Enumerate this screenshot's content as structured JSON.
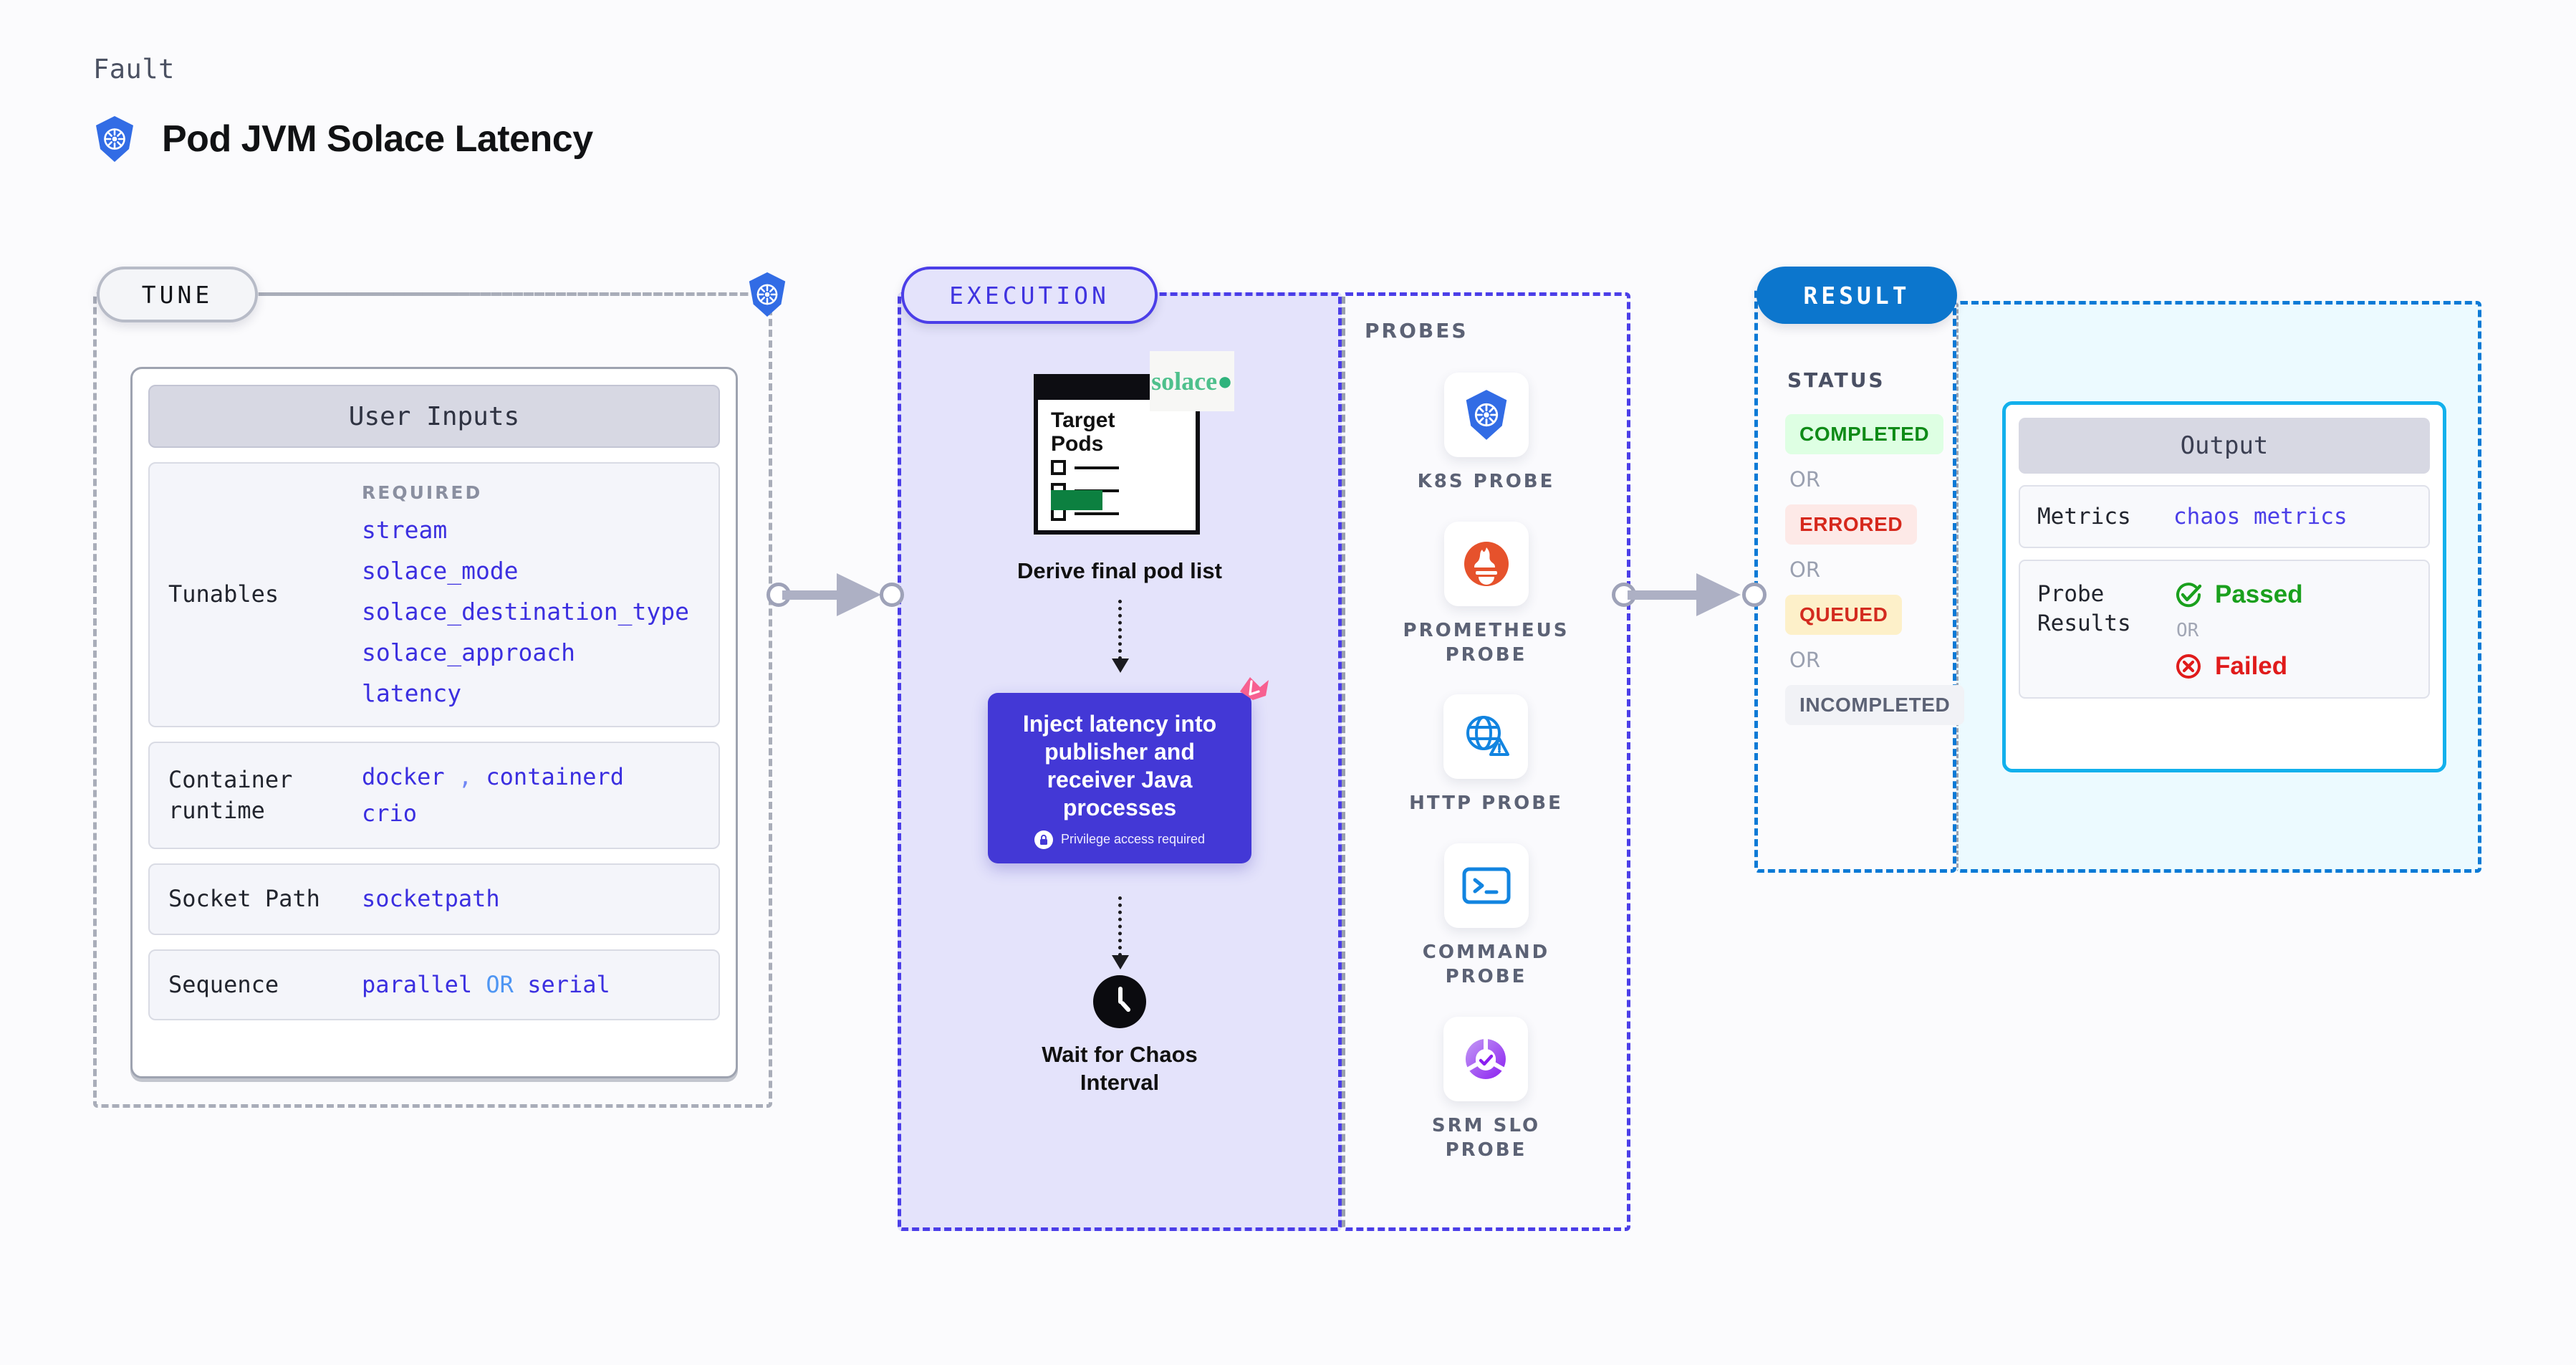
{
  "header": {
    "kicker": "Fault",
    "title": "Pod JVM Solace Latency",
    "icon": "kubernetes-icon"
  },
  "stages": {
    "tune": {
      "pill": "TUNE",
      "badge_icon": "kubernetes-icon"
    },
    "execution": {
      "pill": "EXECUTION"
    },
    "result": {
      "pill": "RESULT"
    }
  },
  "tune": {
    "card_title": "User Inputs",
    "required_label": "REQUIRED",
    "rows": [
      {
        "key": "Tunables",
        "values": [
          "stream",
          "solace_mode",
          "solace_destination_type",
          "solace_approach",
          "latency"
        ]
      },
      {
        "key": "Container runtime",
        "values": [
          "docker",
          "containerd",
          "crio"
        ],
        "separator": ","
      },
      {
        "key": "Socket Path",
        "values": [
          "socketpath"
        ]
      },
      {
        "key": "Sequence",
        "values": [
          "parallel",
          "serial"
        ],
        "separator": "OR"
      }
    ]
  },
  "execution": {
    "doc": {
      "title_line1": "Target",
      "title_line2": "Pods",
      "brand": "solace",
      "brand_icon": "solace-dot-icon"
    },
    "step1_caption": "Derive final pod list",
    "inject_card": {
      "text": "Inject latency into publisher and receiver Java processes",
      "note": "Privilege access required",
      "note_icon": "lock-icon",
      "ribbon_icon": "chaos-ribbon-icon",
      "color": "#4338d6"
    },
    "step3_caption_line1": "Wait for Chaos",
    "step3_caption_line2": "Interval",
    "step3_icon": "clock-icon"
  },
  "probes": {
    "label": "PROBES",
    "items": [
      {
        "name": "K8S PROBE",
        "icon": "kubernetes-icon"
      },
      {
        "name": "PROMETHEUS\nPROBE",
        "icon": "prometheus-icon"
      },
      {
        "name": "HTTP PROBE",
        "icon": "http-globe-icon"
      },
      {
        "name": "COMMAND\nPROBE",
        "icon": "terminal-icon"
      },
      {
        "name": "SRM SLO\nPROBE",
        "icon": "srm-slo-icon"
      }
    ]
  },
  "result": {
    "status_label": "STATUS",
    "or_label": "OR",
    "statuses": [
      {
        "label": "COMPLETED",
        "style": "b-completed",
        "color": "#0f8b17"
      },
      {
        "label": "ERRORED",
        "style": "b-errored",
        "color": "#d6281c"
      },
      {
        "label": "QUEUED",
        "style": "b-queued",
        "color": "#d32b1f"
      },
      {
        "label": "INCOMPLETED",
        "style": "b-incompleted",
        "color": "#5c6275"
      }
    ]
  },
  "output": {
    "title": "Output",
    "metrics_key": "Metrics",
    "metrics_value": "chaos metrics",
    "probe_results_key": "Probe Results",
    "passed_label": "Passed",
    "failed_label": "Failed",
    "or_label": "OR",
    "passed_icon": "check-circle-icon",
    "failed_icon": "x-circle-icon"
  },
  "colors": {
    "accent_purple": "#4b3ee8",
    "accent_blue": "#0c76cd",
    "cyan": "#12b0ec",
    "k8s_blue": "#326ce5",
    "pink": "#f76090"
  }
}
